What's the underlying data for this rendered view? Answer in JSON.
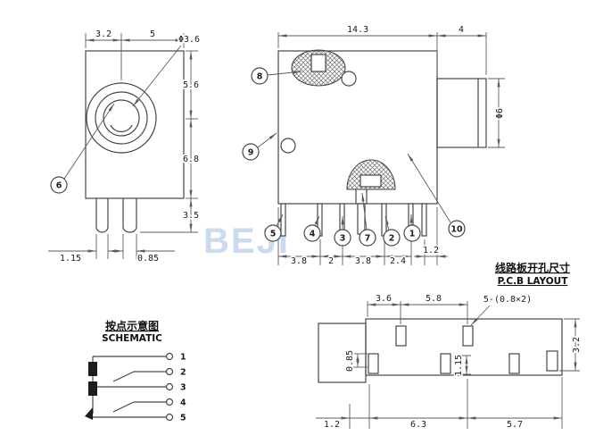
{
  "watermark": "BEJI",
  "colors": {
    "object_line": "#474747",
    "dimension_line": "#5c5c5c",
    "watermark": "#c6d7ec"
  },
  "front_view": {
    "dims": {
      "w1": "3.2",
      "w2": "5",
      "dia": "Φ3.6",
      "h1": "5.6",
      "h2": "6.8",
      "h3": "3.5",
      "b1": "1.15",
      "b2": "0.85"
    },
    "balloons": {
      "b6": "6"
    }
  },
  "side_view": {
    "dims": {
      "w1": "14.3",
      "w2": "4",
      "dia": "Φ6",
      "p1": "3.8",
      "p2": "2",
      "p3": "3.8",
      "p4": "2.4",
      "p5": "1.2"
    },
    "balloons": {
      "b1": "1",
      "b2": "2",
      "b3": "3",
      "b4": "4",
      "b5": "5",
      "b7": "7",
      "b8": "8",
      "b9": "9",
      "b10": "10"
    }
  },
  "schematic": {
    "title_cn": "按点示意图",
    "title_en": "SCHEMATIC",
    "terminals": [
      "1",
      "2",
      "3",
      "4",
      "5"
    ]
  },
  "pcb": {
    "title_cn": "线路板开孔尺寸",
    "title_en": "P.C.B LAYOUT",
    "dims": {
      "t1": "3.6",
      "t2": "5.8",
      "slot": "5-(0.8×2)",
      "r1": "3.2",
      "v1": "0.85",
      "v2": "1.15",
      "b1": "1.2",
      "b2": "6.3",
      "b3": "5.7"
    }
  }
}
